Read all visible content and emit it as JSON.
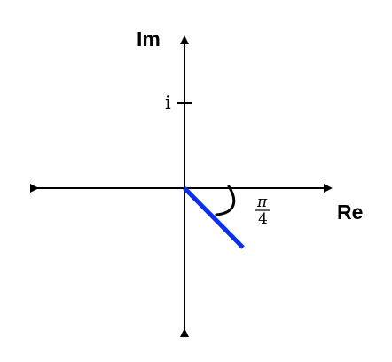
{
  "axes": {
    "real_label": "Re",
    "imag_label": "Im",
    "imag_unit_tick_label": "i"
  },
  "angle": {
    "numerator": "π",
    "denominator": "4",
    "radians": -0.7853981634
  },
  "colors": {
    "axis": "#000000",
    "ray": "#0a2ff0",
    "arc": "#000000",
    "background": "#ffffff"
  }
}
